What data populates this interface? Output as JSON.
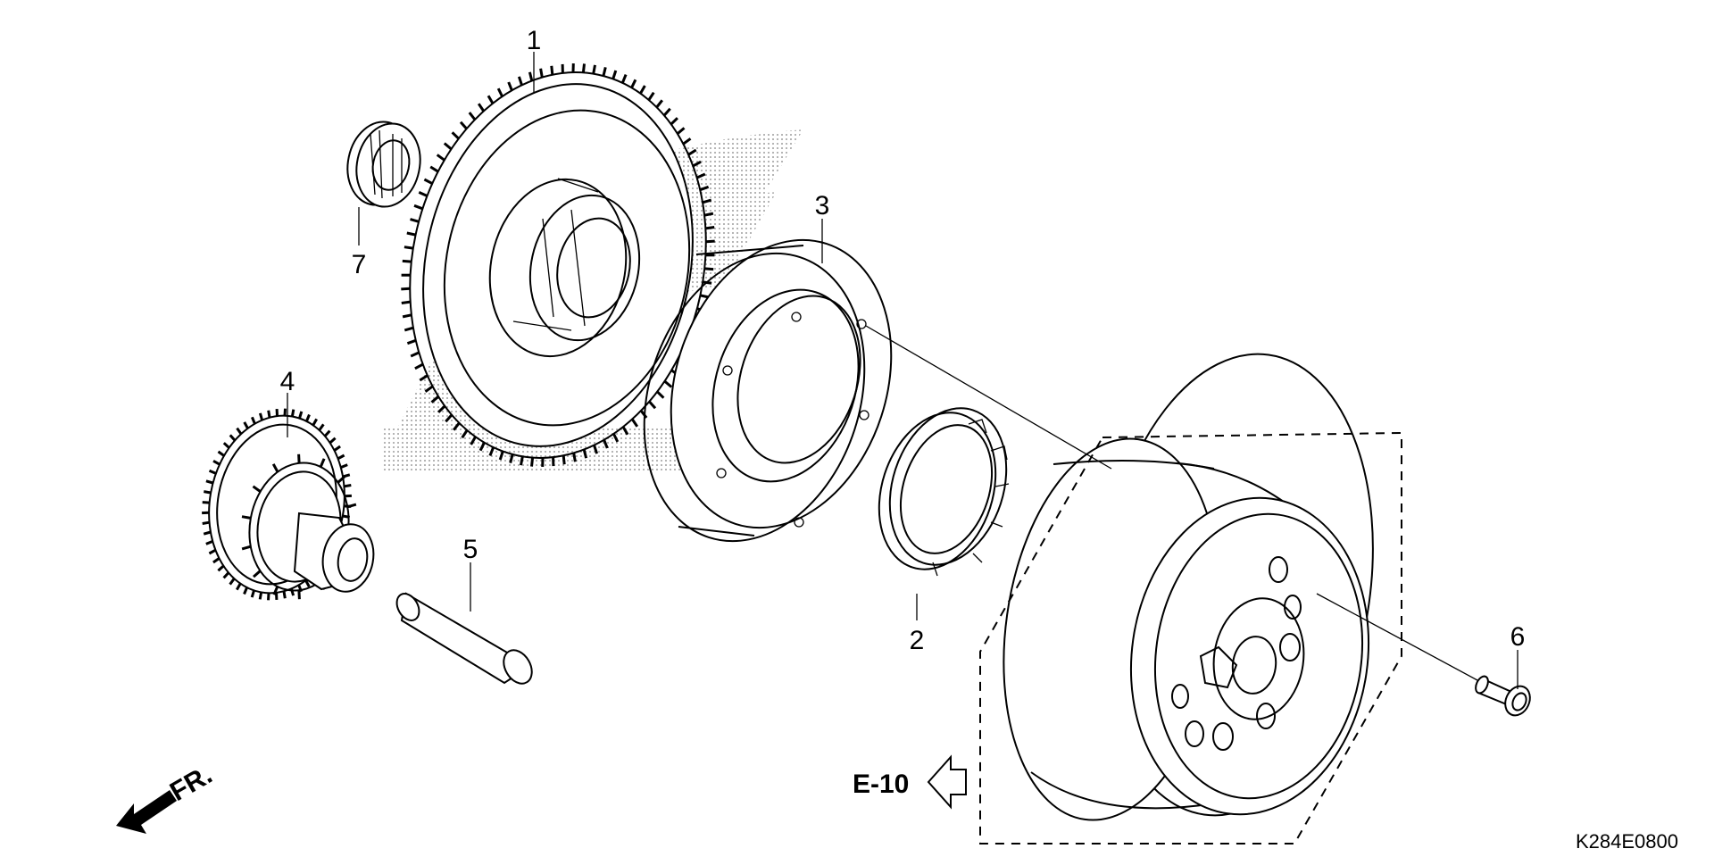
{
  "diagram": {
    "callouts": [
      {
        "id": "1",
        "text": "1"
      },
      {
        "id": "2",
        "text": "2"
      },
      {
        "id": "3",
        "text": "3"
      },
      {
        "id": "4",
        "text": "4"
      },
      {
        "id": "5",
        "text": "5"
      },
      {
        "id": "6",
        "text": "6"
      },
      {
        "id": "7",
        "text": "7"
      }
    ],
    "reference": "E-10",
    "front_label": "FR.",
    "figure_code": "K284E0800",
    "colors": {
      "line": "#000000",
      "watermark": "#bfbfbf",
      "background": "#ffffff"
    }
  }
}
